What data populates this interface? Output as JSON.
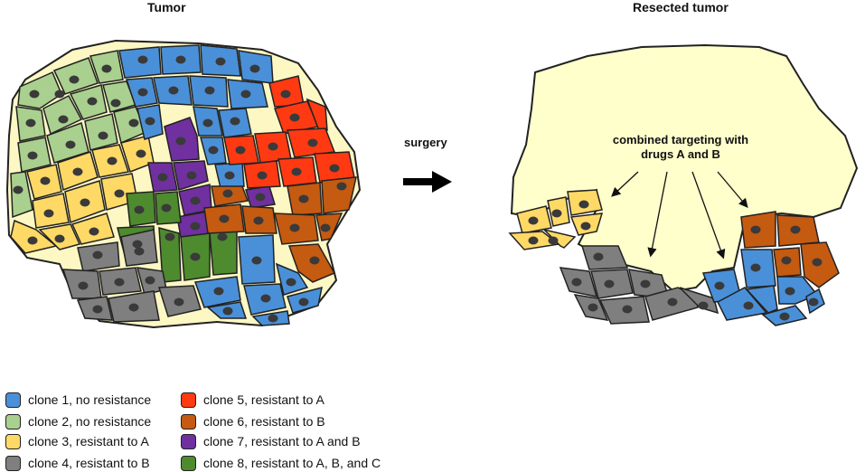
{
  "titles": {
    "left": "Tumor",
    "right": "Resected tumor"
  },
  "arrow_label": "surgery",
  "annotation": {
    "line1": "combined targeting with",
    "line2": "drugs A and B"
  },
  "colors": {
    "clone1": "#4a90d9",
    "clone2": "#a9d08e",
    "clone3": "#ffd966",
    "clone4": "#7f7f7f",
    "clone5": "#ff3a12",
    "clone6": "#c55a11",
    "clone7": "#7030a0",
    "clone8": "#4e8a2e",
    "resected": "#ffffcc",
    "membrane": "#fdf7c4",
    "nucleus": "#3a3a3a"
  },
  "legend": [
    {
      "label": "clone 1, no resistance",
      "color": "#4a90d9"
    },
    {
      "label": "clone 2, no resistance",
      "color": "#a9d08e"
    },
    {
      "label": "clone 3, resistant to A",
      "color": "#ffd966"
    },
    {
      "label": "clone 4, resistant to B",
      "color": "#7f7f7f"
    },
    {
      "label": "clone 5, resistant to A",
      "color": "#ff3a12"
    },
    {
      "label": "clone 6, resistant to B",
      "color": "#c55a11"
    },
    {
      "label": "clone 7, resistant to A and B",
      "color": "#7030a0"
    },
    {
      "label": "clone 8, resistant to A, B, and C",
      "color": "#4e8a2e"
    }
  ]
}
